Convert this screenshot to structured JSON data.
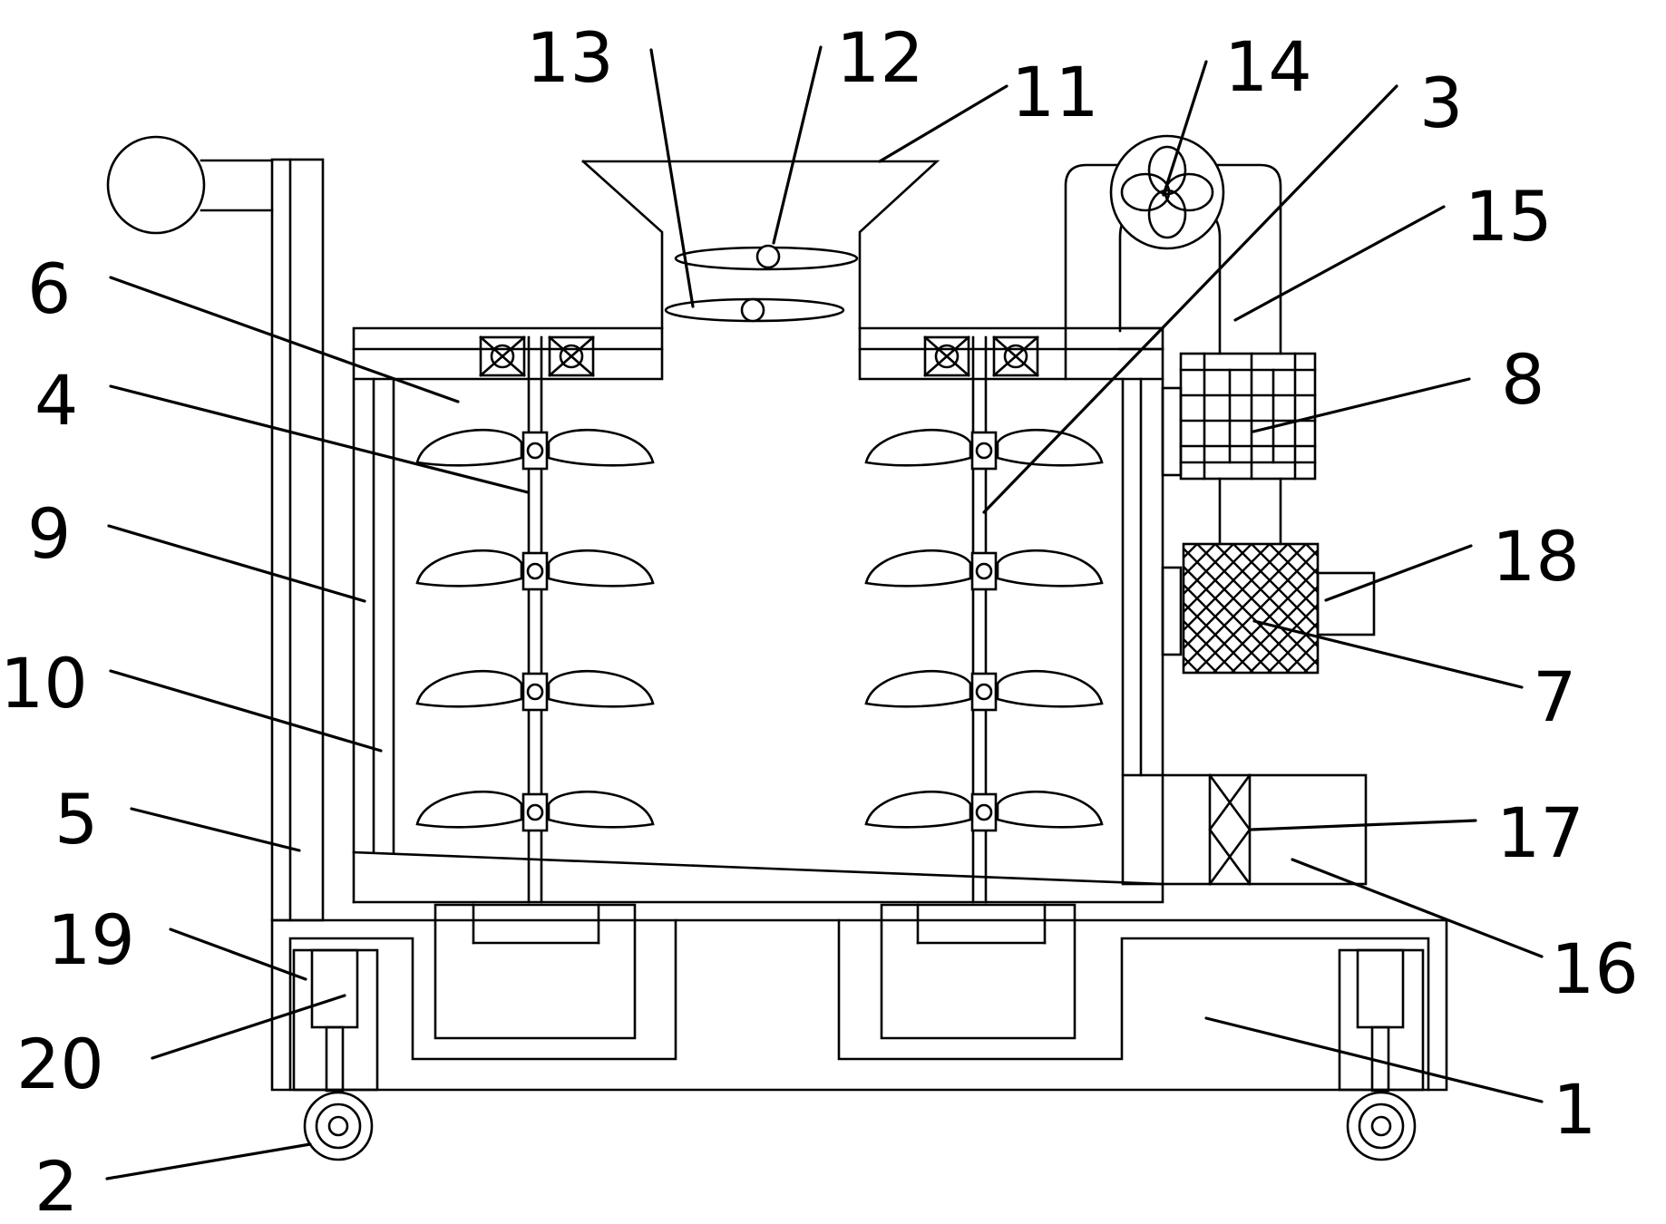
{
  "callouts": [
    {
      "id": "c13",
      "text": "13"
    },
    {
      "id": "c12",
      "text": "12"
    },
    {
      "id": "c11",
      "text": "11"
    },
    {
      "id": "c14",
      "text": "14"
    },
    {
      "id": "c3",
      "text": "3"
    },
    {
      "id": "c15",
      "text": "15"
    },
    {
      "id": "c6",
      "text": "6"
    },
    {
      "id": "c4",
      "text": "4"
    },
    {
      "id": "c8",
      "text": "8"
    },
    {
      "id": "c9",
      "text": "9"
    },
    {
      "id": "c18",
      "text": "18"
    },
    {
      "id": "c10",
      "text": "10"
    },
    {
      "id": "c7",
      "text": "7"
    },
    {
      "id": "c5",
      "text": "5"
    },
    {
      "id": "c17",
      "text": "17"
    },
    {
      "id": "c19",
      "text": "19"
    },
    {
      "id": "c16",
      "text": "16"
    },
    {
      "id": "c20",
      "text": "20"
    },
    {
      "id": "c1",
      "text": "1"
    },
    {
      "id": "c2",
      "text": "2"
    }
  ]
}
